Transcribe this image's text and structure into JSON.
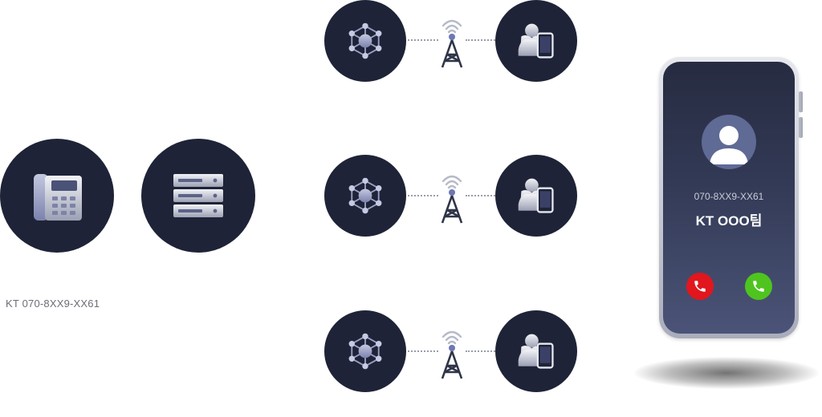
{
  "source": {
    "label": "KT 070-8XX9-XX61",
    "phone_icon": "desk-phone-icon",
    "server_icon": "server-icon"
  },
  "routes": [
    {
      "network_icon": "network-hub-icon",
      "tower_icon": "cell-tower-icon",
      "user_icon": "user-mobile-icon"
    },
    {
      "network_icon": "network-hub-icon",
      "tower_icon": "cell-tower-icon",
      "user_icon": "user-mobile-icon"
    },
    {
      "network_icon": "network-hub-icon",
      "tower_icon": "cell-tower-icon",
      "user_icon": "user-mobile-icon"
    }
  ],
  "phone": {
    "caller_number": "070-8XX9-XX61",
    "caller_name": "KT OOO팀",
    "decline_icon": "decline-call-icon",
    "accept_icon": "accept-call-icon"
  },
  "colors": {
    "circle_bg": "#1e2337",
    "accent": "#6770a0",
    "decline": "#e2161d",
    "accept": "#4fc41e"
  }
}
